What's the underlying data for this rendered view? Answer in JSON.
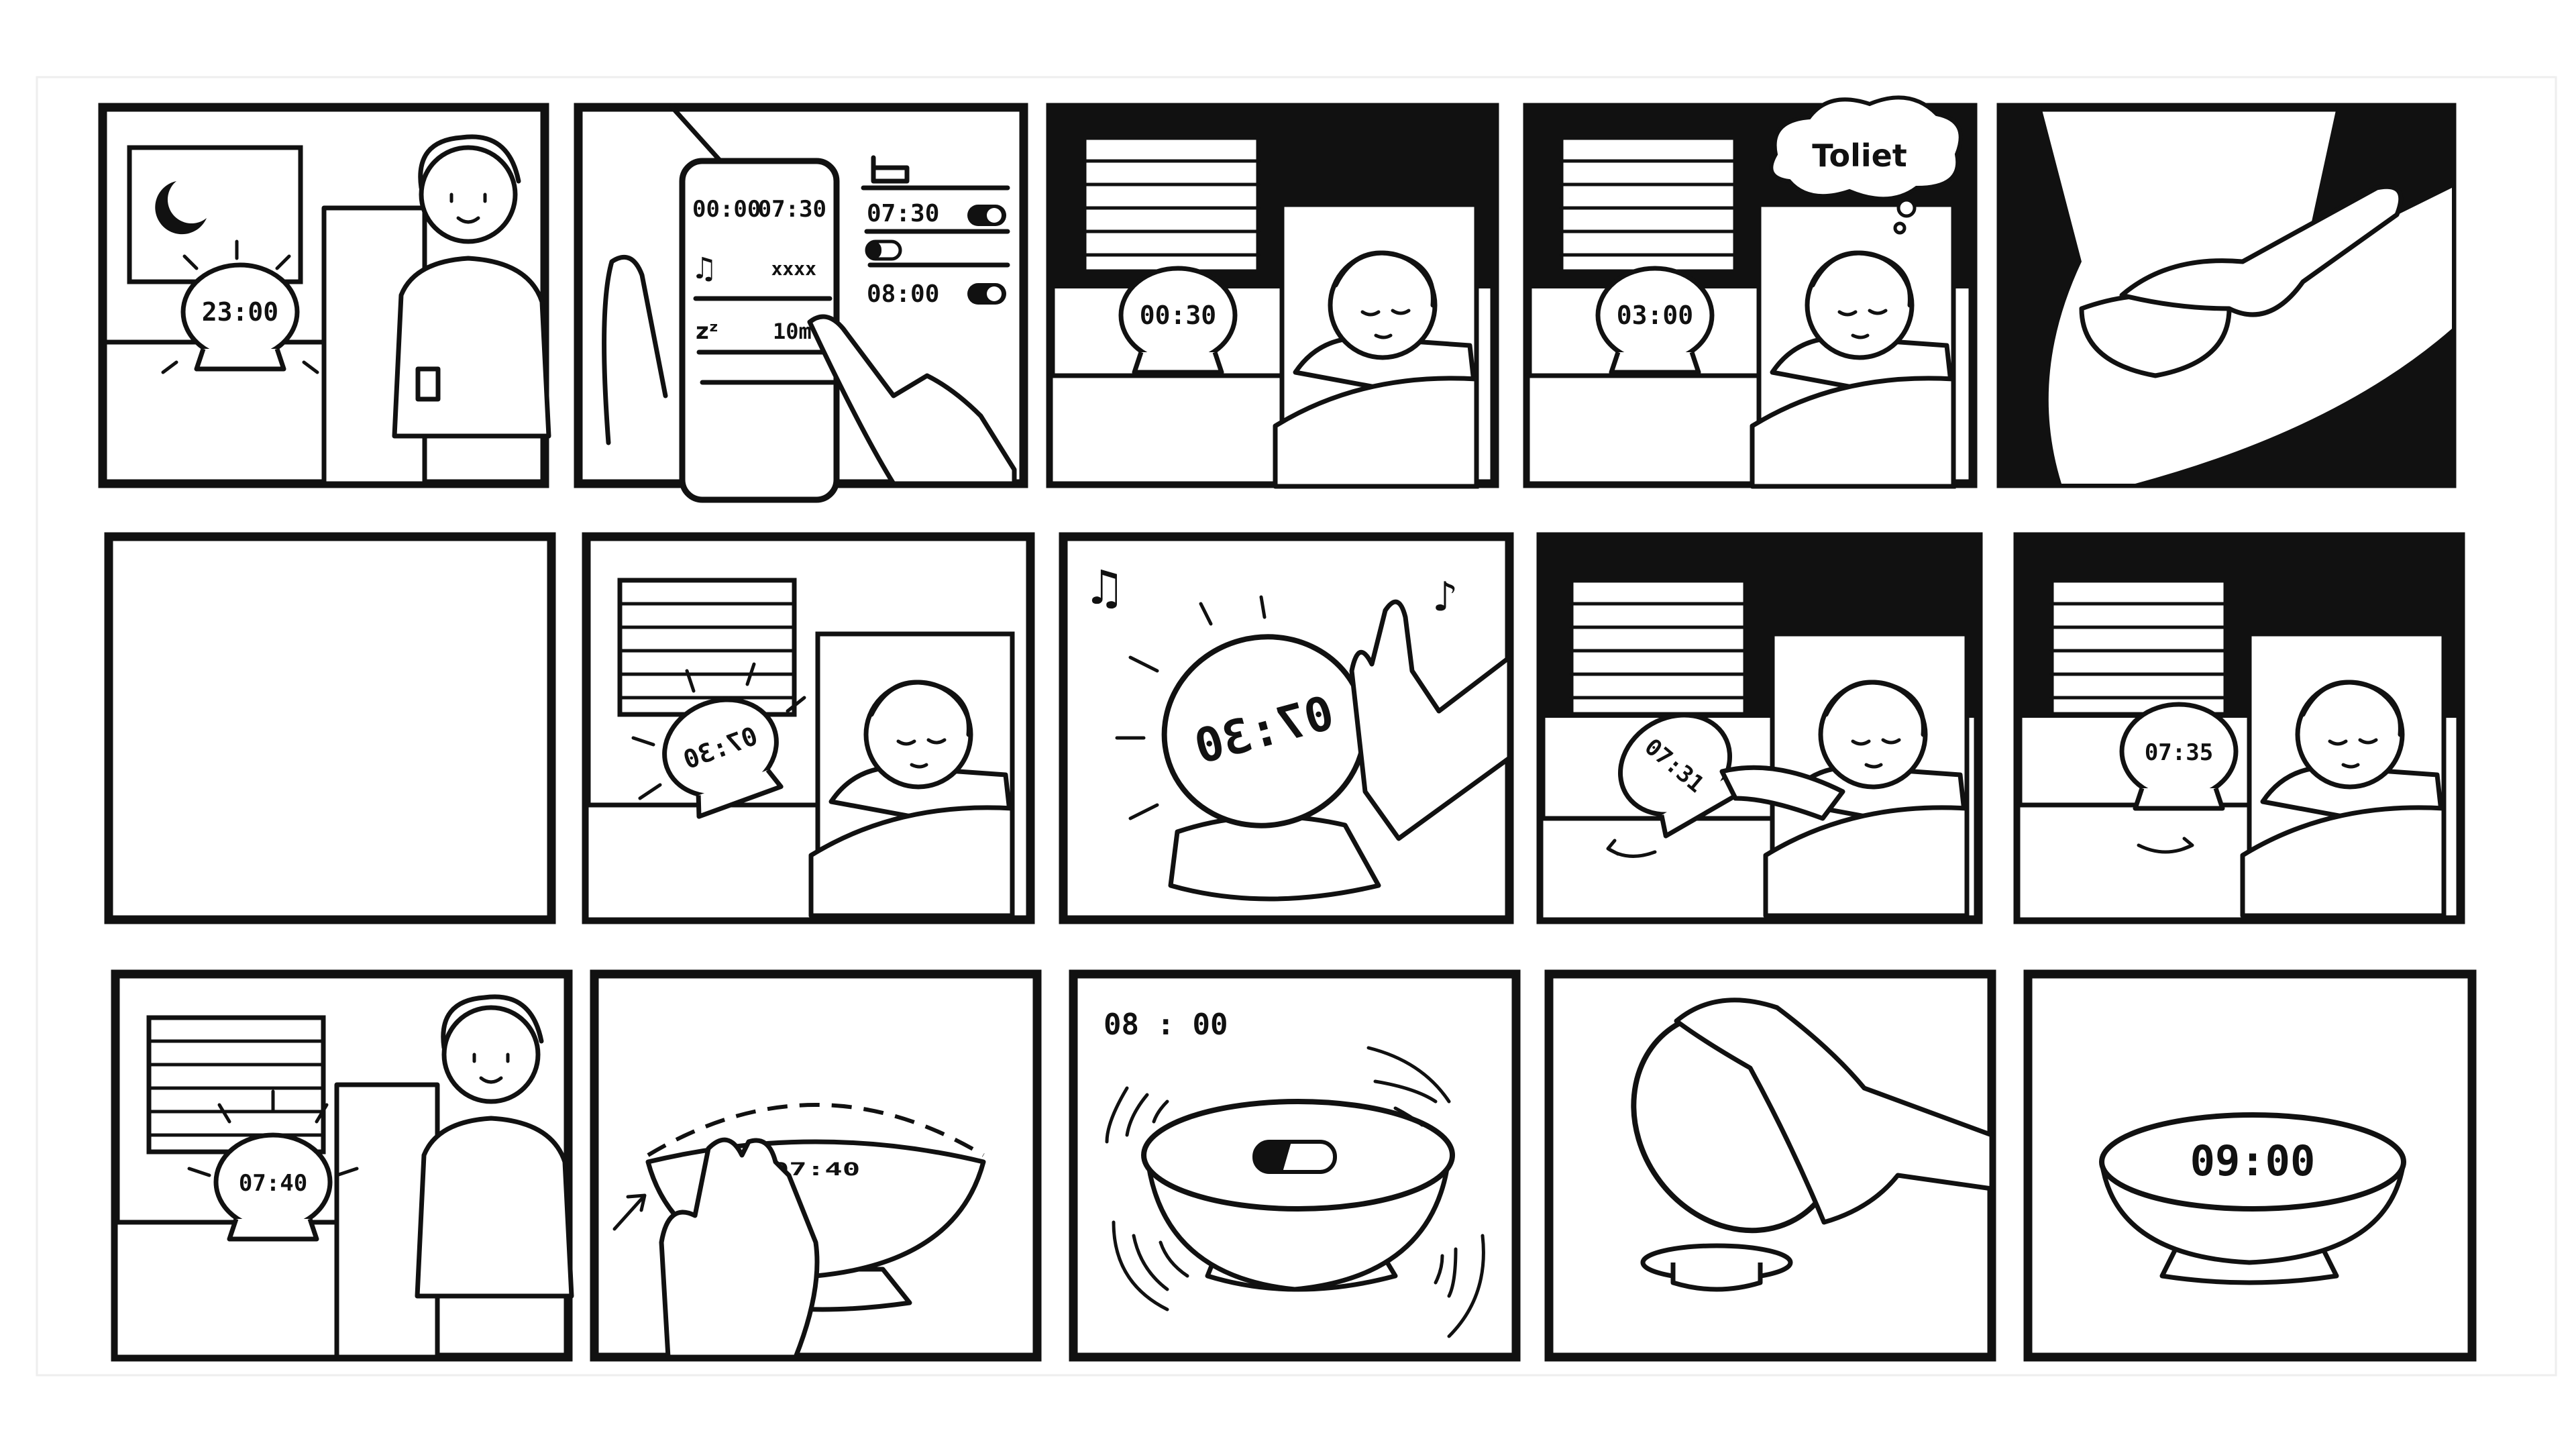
{
  "storyboard": {
    "panels": [
      {
        "id": 1,
        "clock": "23:00"
      },
      {
        "id": 2,
        "phone": {
          "start": "00:00",
          "end": "07:30",
          "sound": "xxxx",
          "snooze": "10m"
        },
        "alarms": [
          {
            "time": "07:30",
            "enabled": true
          },
          {
            "time": "",
            "enabled": false
          },
          {
            "time": "08:00",
            "enabled": true
          }
        ]
      },
      {
        "id": 3,
        "clock": "00:30"
      },
      {
        "id": 4,
        "clock": "03:00",
        "thought": "Toliet"
      },
      {
        "id": 5
      },
      {
        "id": 6
      },
      {
        "id": 7,
        "clock": "07:30"
      },
      {
        "id": 8,
        "clock": "07:30"
      },
      {
        "id": 9,
        "clock": "07:31"
      },
      {
        "id": 10,
        "clock": "07:35"
      },
      {
        "id": 11,
        "clock": "07:40"
      },
      {
        "id": 12,
        "clock": "07:40"
      },
      {
        "id": 13,
        "clock": "08 : 00"
      },
      {
        "id": 14
      },
      {
        "id": 15,
        "clock": "09:00"
      }
    ]
  }
}
